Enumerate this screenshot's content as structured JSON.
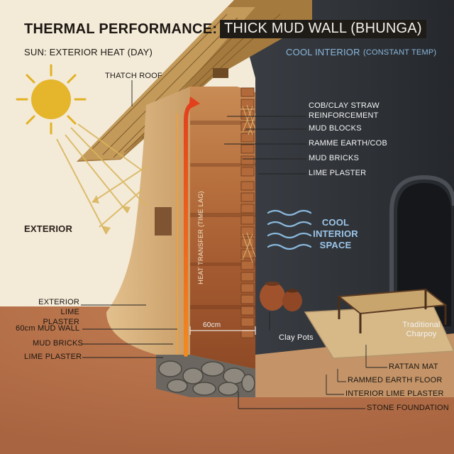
{
  "title": {
    "bold": "THERMAL PERFORMANCE:",
    "rest": "THICK MUD WALL (BHUNGA)"
  },
  "sun_label": "SUN: EXTERIOR HEAT (DAY)",
  "cool_label": "COOL INTERIOR",
  "cool_sub": "(CONSTANT TEMP)",
  "thatch_label": "THATCH ROOF",
  "exterior_label": "EXTERIOR",
  "cool_space": "COOL INTERIOR SPACE",
  "heat_transfer": "HEAT TRANSFER (TIME LAG)",
  "left_labels": {
    "exterior_plaster": "EXTERIOR LIME PLASTER",
    "wall_60": "60cm MUD WALL",
    "mud_bricks": "MUD BRICKS",
    "lime_plaster": "LIME PLASTER"
  },
  "right_labels": {
    "cob": "COB/CLAY STRAW REINFORCEMENT",
    "mud_blocks": "MUD BLOCKS",
    "ramme": "RAMME EARTH/COB",
    "mud_bricks": "MUD BRICKS",
    "lime_plaster": "LIME PLASTER"
  },
  "dimension": "60cm",
  "clay_pots": "Clay Pots",
  "charpoy": "Traditional Charpoy",
  "bottom_labels": {
    "rattan": "RATTAN MAT",
    "rammed": "RAMMED EARTH FLOOR",
    "interior_plaster": "INTERIOR LIME PLASTER",
    "stone": "STONE FOUNDATION"
  },
  "colors": {
    "background": "#f3ead8",
    "interior": "#2b2e33",
    "sun": "#e2b123",
    "heat": "#e2401c",
    "cool": "#8ab8dd",
    "ground": "#b07048"
  }
}
